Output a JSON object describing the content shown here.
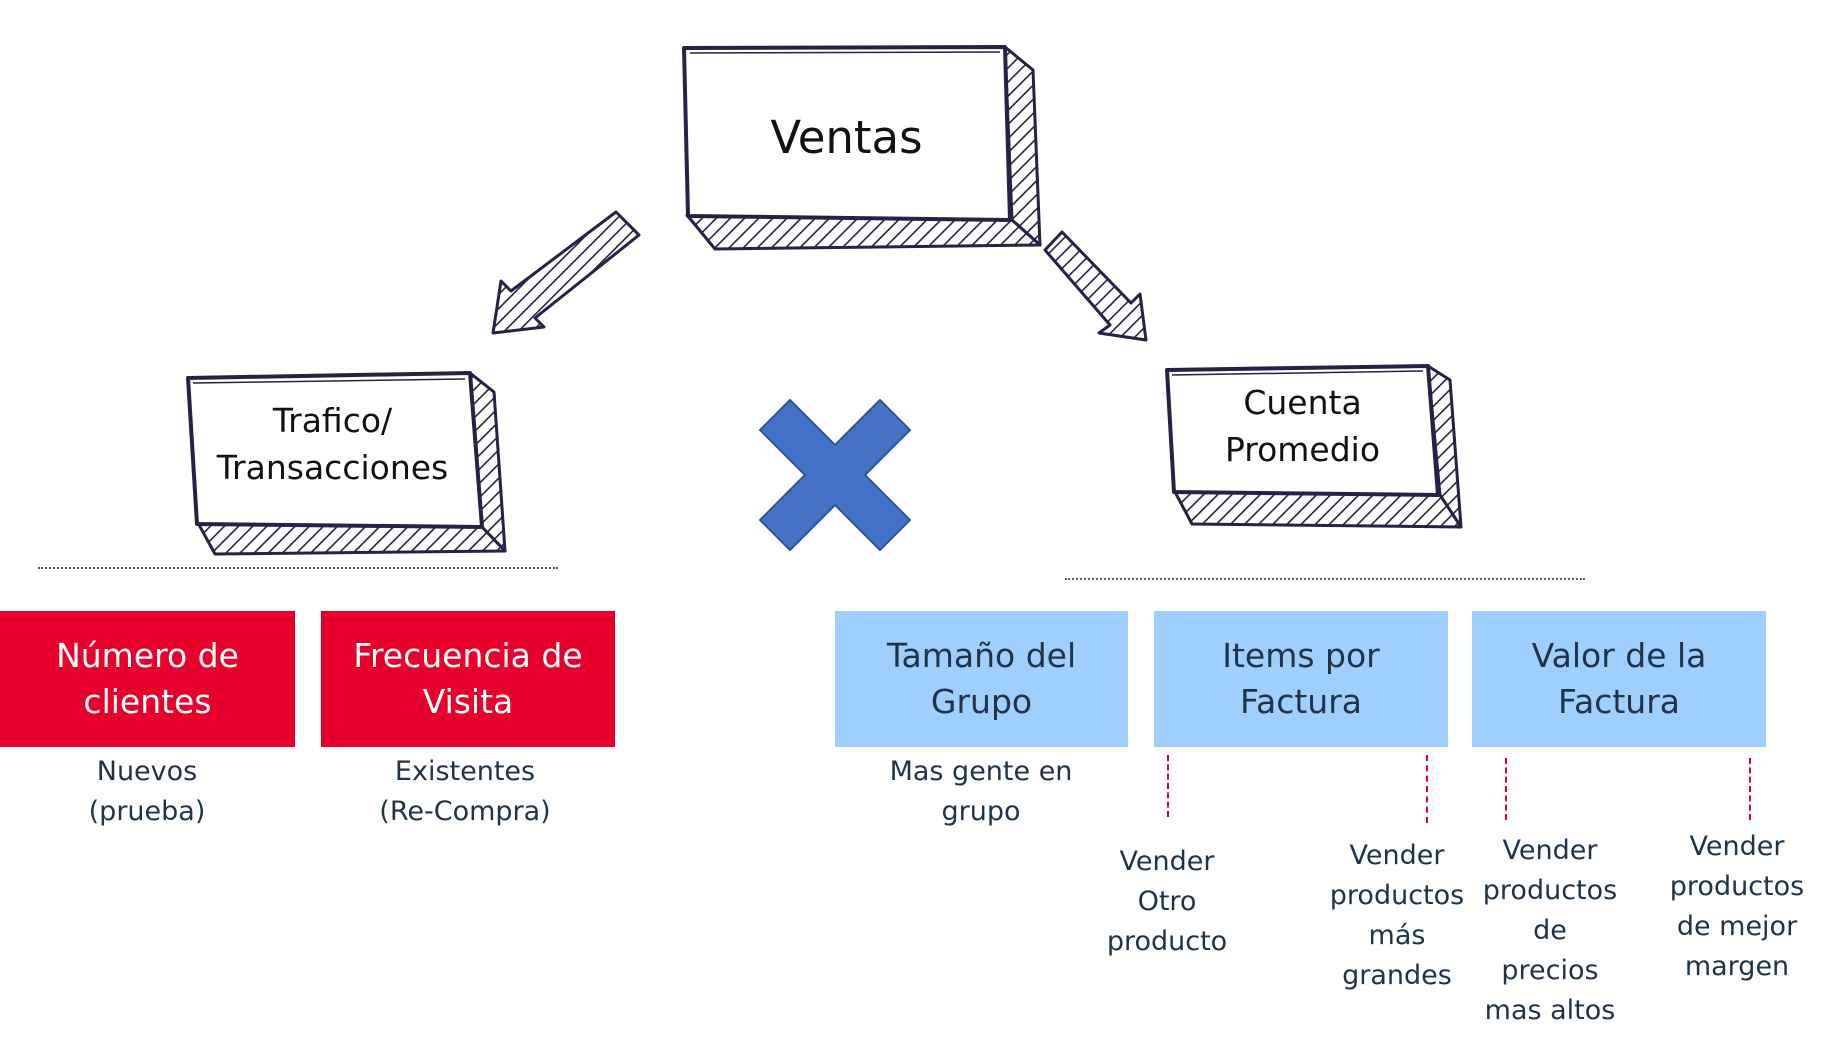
{
  "top": {
    "label": "Ventas"
  },
  "left_box": {
    "lines": [
      "Trafico/",
      "Transacciones"
    ]
  },
  "right_box": {
    "lines": [
      "Cuenta",
      "Promedio"
    ]
  },
  "operator": {
    "icon": "multiply-icon",
    "color": "#4472c4"
  },
  "colors": {
    "red": "#e8002c",
    "blue": "#9fcfff",
    "sketch": "#2a1f45",
    "dash": "#e8002c"
  },
  "red_cards": [
    {
      "lines": [
        "Número de",
        "clientes"
      ],
      "note": [
        "Nuevos",
        "(prueba)"
      ]
    },
    {
      "lines": [
        "Frecuencia de",
        "Visita"
      ],
      "note": [
        "Existentes",
        "(Re-Compra)"
      ]
    }
  ],
  "blue_cards": [
    {
      "lines": [
        "Tamaño del",
        "Grupo"
      ],
      "note": [
        "Mas gente en",
        "grupo"
      ]
    },
    {
      "lines": [
        "Items por",
        "Factura"
      ],
      "branches": [
        [
          "Vender",
          "Otro",
          "producto"
        ],
        [
          "Vender",
          "productos",
          "más",
          "grandes"
        ]
      ]
    },
    {
      "lines": [
        "Valor de la",
        "Factura"
      ],
      "branches": [
        [
          "Vender",
          "productos",
          "de",
          "precios",
          "mas altos"
        ],
        [
          "Vender",
          "productos",
          "de mejor",
          "margen"
        ]
      ]
    }
  ]
}
